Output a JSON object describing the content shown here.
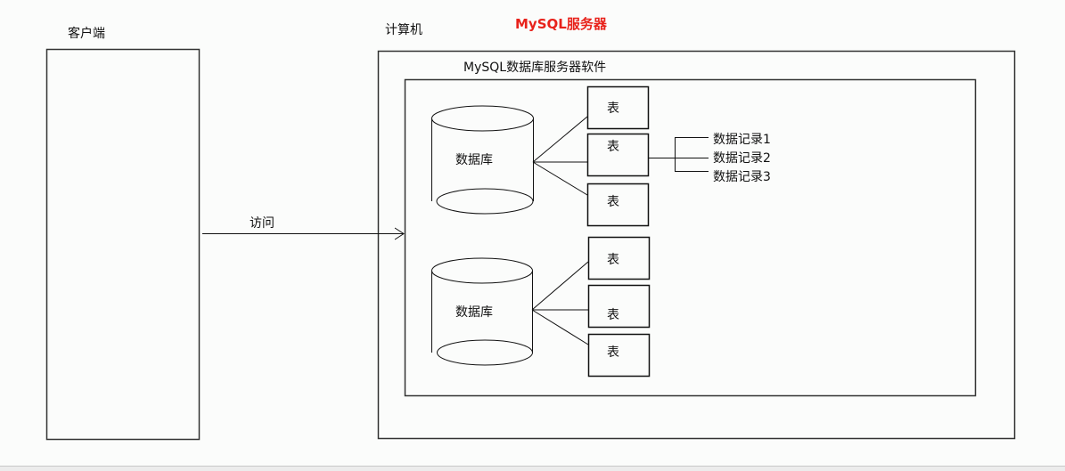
{
  "diagram": {
    "title": "MySQL服务器",
    "title_color": "#e8221b",
    "client": {
      "label": "客户端"
    },
    "computer": {
      "label": "计算机"
    },
    "software": {
      "label": "MySQL数据库服务器软件"
    },
    "access": {
      "label": "访问"
    },
    "databases": [
      {
        "label": "数据库",
        "tables": [
          "表",
          "表",
          "表"
        ]
      },
      {
        "label": "数据库",
        "tables": [
          "表",
          "表",
          "表"
        ]
      }
    ],
    "records": [
      "数据记录1",
      "数据记录2",
      "数据记录3"
    ],
    "line_color": "#1a1a1a"
  }
}
